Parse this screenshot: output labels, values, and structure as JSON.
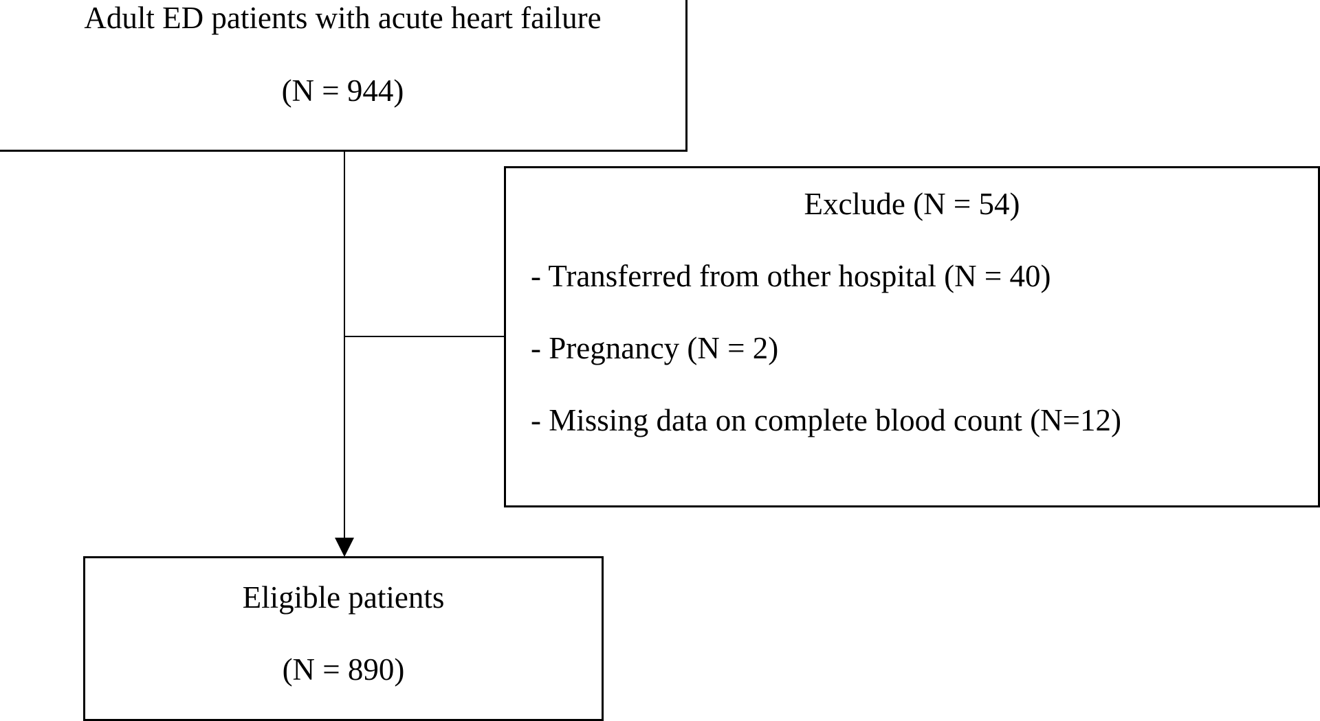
{
  "diagram": {
    "type": "flowchart",
    "nodes": {
      "start": {
        "title": "Adult ED patients with acute heart failure",
        "count": "(N = 944)"
      },
      "exclude": {
        "title": "Exclude (N = 54)",
        "items": [
          "- Transferred from other hospital (N = 40)",
          "- Pregnancy (N = 2)",
          "- Missing data on complete blood count (N=12)"
        ]
      },
      "eligible": {
        "title": "Eligible patients",
        "count": "(N = 890)"
      }
    },
    "edges": [
      {
        "from": "start",
        "to": "eligible",
        "arrow": true
      },
      {
        "from": "start",
        "to": "exclude",
        "arrow": false
      }
    ]
  }
}
